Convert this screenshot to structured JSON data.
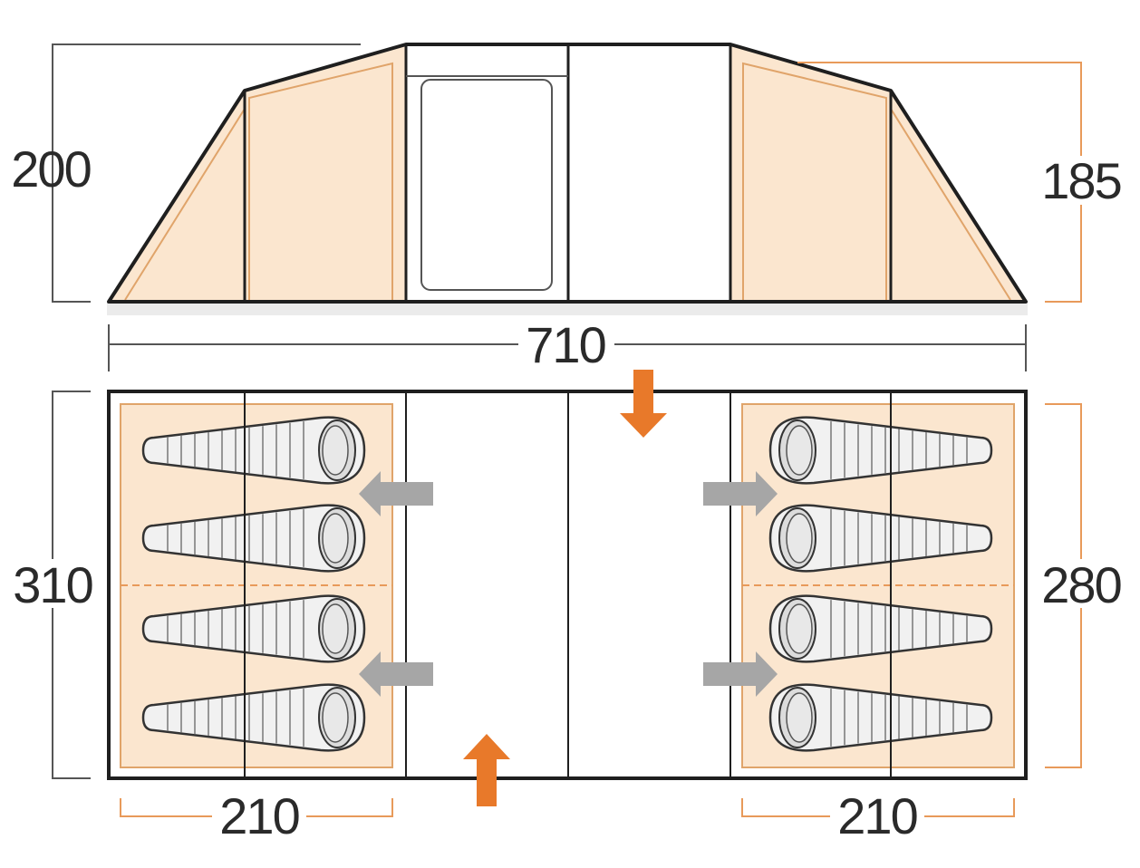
{
  "dimensions": {
    "height_left": "200",
    "height_right": "185",
    "total_length": "710",
    "total_width": "310",
    "bedroom_depth": "280",
    "bedroom_left_length": "210",
    "bedroom_right_length": "210"
  },
  "bedrooms": [
    {
      "side": "left",
      "sleeping_bags": 4
    },
    {
      "side": "right",
      "sleeping_bags": 4
    }
  ],
  "colors": {
    "outline": "#1f1f1f",
    "bedroom_fill": "#fbe6cf",
    "dimension_line_dark": "#555555",
    "dimension_line_orange": "#e89a5a",
    "entrance_arrow": "#e8792a",
    "access_arrow": "#a6a6a6",
    "bag_fill": "#f1f1f1",
    "bag_stroke": "#333333"
  }
}
